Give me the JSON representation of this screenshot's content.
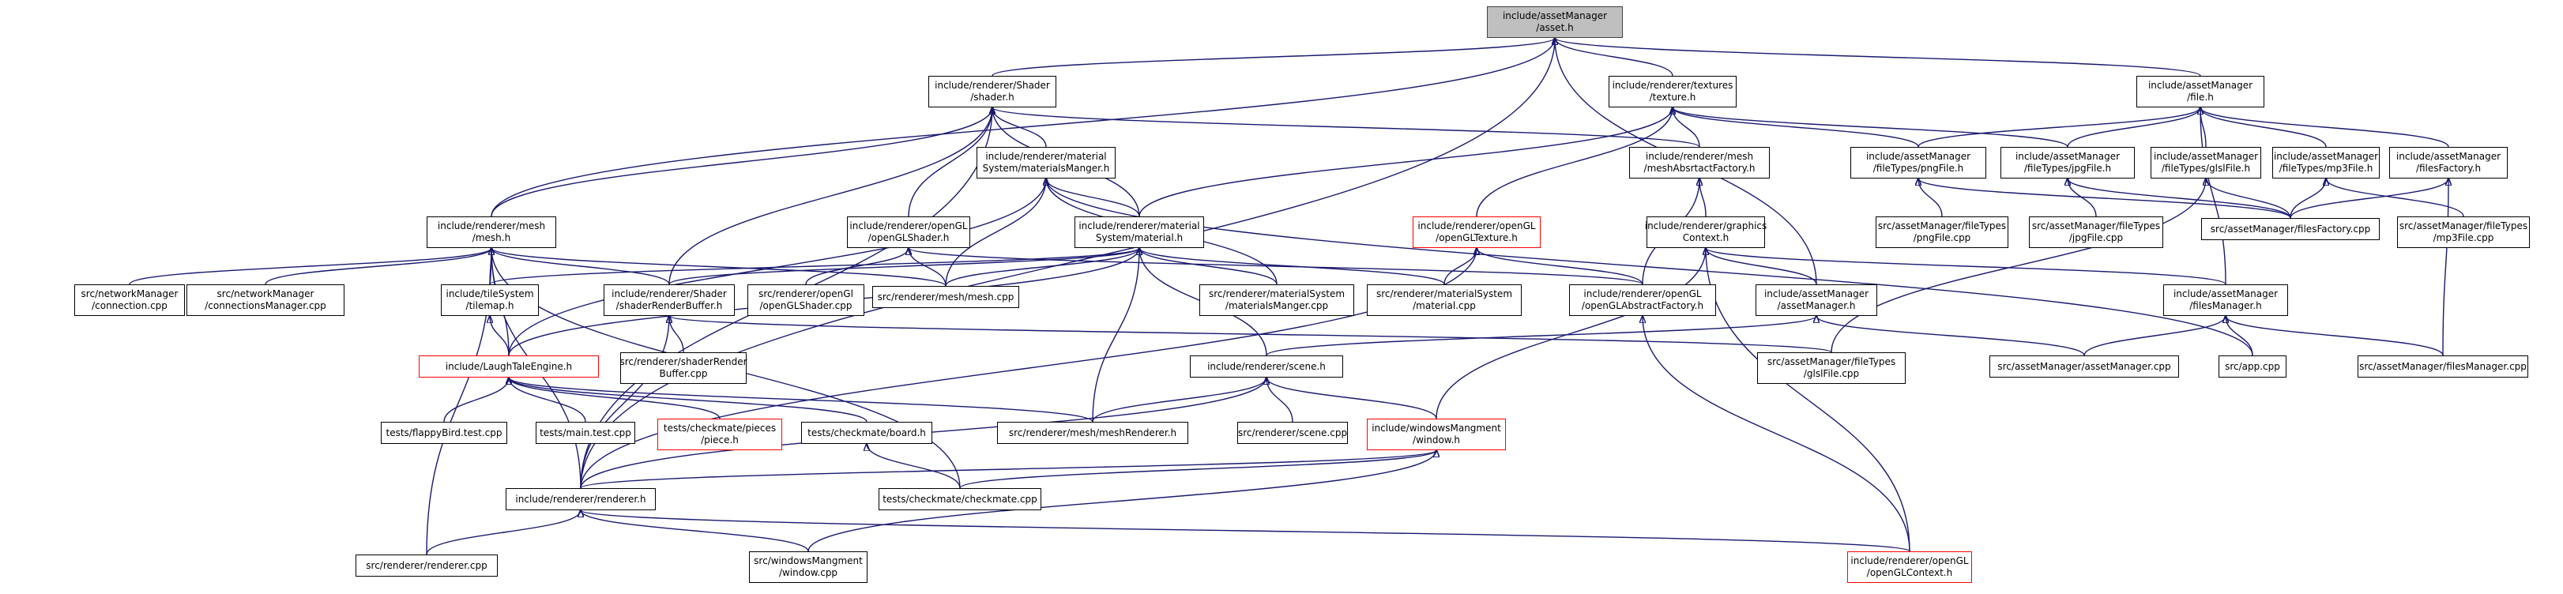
{
  "nodes": [
    {
      "id": "n0",
      "lines": [
        "include/assetManager",
        "/asset.h"
      ],
      "root": true
    },
    {
      "id": "n1",
      "lines": [
        "include/renderer/Shader",
        "/shader.h"
      ]
    },
    {
      "id": "n2",
      "lines": [
        "include/renderer/textures",
        "/texture.h"
      ]
    },
    {
      "id": "n3",
      "lines": [
        "include/assetManager",
        "/file.h"
      ]
    },
    {
      "id": "n4",
      "lines": [
        "include/renderer/material",
        "System/materialsManger.h"
      ]
    },
    {
      "id": "n5",
      "lines": [
        "include/renderer/mesh",
        "/meshAbsrtactFactory.h"
      ]
    },
    {
      "id": "n6",
      "lines": [
        "include/assetManager",
        "/fileTypes/pngFile.h"
      ]
    },
    {
      "id": "n7",
      "lines": [
        "include/assetManager",
        "/fileTypes/jpgFile.h"
      ]
    },
    {
      "id": "n8",
      "lines": [
        "include/assetManager",
        "/fileTypes/glslFile.h"
      ]
    },
    {
      "id": "n9",
      "lines": [
        "include/assetManager",
        "/fileTypes/mp3File.h"
      ]
    },
    {
      "id": "n10",
      "lines": [
        "include/assetManager",
        "/filesFactory.h"
      ]
    },
    {
      "id": "n11",
      "lines": [
        "include/renderer/mesh",
        "/mesh.h"
      ]
    },
    {
      "id": "n12",
      "lines": [
        "include/renderer/openGL",
        "/openGLShader.h"
      ]
    },
    {
      "id": "n13",
      "lines": [
        "include/renderer/material",
        "System/material.h"
      ]
    },
    {
      "id": "n14",
      "lines": [
        "include/renderer/openGL",
        "/openGLTexture.h"
      ],
      "red": true
    },
    {
      "id": "n15",
      "lines": [
        "include/renderer/graphics",
        "Context.h"
      ]
    },
    {
      "id": "n16",
      "lines": [
        "src/assetManager/fileTypes",
        "/pngFile.cpp"
      ]
    },
    {
      "id": "n17",
      "lines": [
        "src/assetManager/fileTypes",
        "/jpgFile.cpp"
      ]
    },
    {
      "id": "n18",
      "lines": [
        "src/assetManager/filesFactory.cpp"
      ]
    },
    {
      "id": "n19",
      "lines": [
        "src/assetManager/fileTypes",
        "/mp3File.cpp"
      ]
    },
    {
      "id": "n20",
      "lines": [
        "src/networkManager",
        "/connection.cpp"
      ]
    },
    {
      "id": "n21",
      "lines": [
        "src/networkManager",
        "/connectionsManager.cpp"
      ]
    },
    {
      "id": "n22",
      "lines": [
        "include/tileSystem",
        "/tilemap.h"
      ]
    },
    {
      "id": "n23",
      "lines": [
        "include/renderer/Shader",
        "/shaderRenderBuffer.h"
      ]
    },
    {
      "id": "n24",
      "lines": [
        "src/renderer/openGl",
        "/openGLShader.cpp"
      ]
    },
    {
      "id": "n25",
      "lines": [
        "src/renderer/mesh/mesh.cpp"
      ]
    },
    {
      "id": "n26",
      "lines": [
        "src/renderer/materialSystem",
        "/materialsManger.cpp"
      ]
    },
    {
      "id": "n27",
      "lines": [
        "src/renderer/materialSystem",
        "/material.cpp"
      ]
    },
    {
      "id": "n28",
      "lines": [
        "include/renderer/openGL",
        "/openGLAbstractFactory.h"
      ]
    },
    {
      "id": "n29",
      "lines": [
        "include/assetManager",
        "/assetManager.h"
      ]
    },
    {
      "id": "n30",
      "lines": [
        "include/assetManager",
        "/filesManager.h"
      ]
    },
    {
      "id": "n31",
      "lines": [
        "include/LaughTaleEngine.h"
      ],
      "red": true
    },
    {
      "id": "n32",
      "lines": [
        "src/renderer/shaderRender",
        "Buffer.cpp"
      ]
    },
    {
      "id": "n33",
      "lines": [
        "include/renderer/scene.h"
      ]
    },
    {
      "id": "n34",
      "lines": [
        "src/assetManager/fileTypes",
        "/glslFile.cpp"
      ]
    },
    {
      "id": "n35",
      "lines": [
        "src/assetManager/assetManager.cpp"
      ]
    },
    {
      "id": "n36",
      "lines": [
        "src/app.cpp"
      ]
    },
    {
      "id": "n37",
      "lines": [
        "src/assetManager/filesManager.cpp"
      ]
    },
    {
      "id": "n38",
      "lines": [
        "tests/flappyBird.test.cpp"
      ]
    },
    {
      "id": "n39",
      "lines": [
        "tests/main.test.cpp"
      ]
    },
    {
      "id": "n40",
      "lines": [
        "tests/checkmate/pieces",
        "/piece.h"
      ],
      "red": true
    },
    {
      "id": "n41",
      "lines": [
        "tests/checkmate/board.h"
      ]
    },
    {
      "id": "n42",
      "lines": [
        "src/renderer/mesh/meshRenderer.h"
      ]
    },
    {
      "id": "n43",
      "lines": [
        "src/renderer/scene.cpp"
      ]
    },
    {
      "id": "n44",
      "lines": [
        "include/windowsMangment",
        "/window.h"
      ],
      "red": true
    },
    {
      "id": "n45",
      "lines": [
        "tests/checkmate/checkmate.cpp"
      ]
    },
    {
      "id": "n46",
      "lines": [
        "include/renderer/renderer.h"
      ]
    },
    {
      "id": "n47",
      "lines": [
        "src/renderer/renderer.cpp"
      ]
    },
    {
      "id": "n48",
      "lines": [
        "src/windowsMangment",
        "/window.cpp"
      ]
    },
    {
      "id": "n49",
      "lines": [
        "include/renderer/openGL",
        "/openGLContext.h"
      ],
      "red": true
    }
  ],
  "edges": [
    [
      "n0",
      "n1"
    ],
    [
      "n0",
      "n2"
    ],
    [
      "n0",
      "n3"
    ],
    [
      "n0",
      "n11"
    ],
    [
      "n0",
      "n29"
    ],
    [
      "n0",
      "n46"
    ],
    [
      "n1",
      "n4"
    ],
    [
      "n1",
      "n5"
    ],
    [
      "n1",
      "n11"
    ],
    [
      "n1",
      "n12"
    ],
    [
      "n1",
      "n13"
    ],
    [
      "n1",
      "n23"
    ],
    [
      "n1",
      "n46"
    ],
    [
      "n2",
      "n5"
    ],
    [
      "n2",
      "n6"
    ],
    [
      "n2",
      "n7"
    ],
    [
      "n2",
      "n13"
    ],
    [
      "n2",
      "n14"
    ],
    [
      "n3",
      "n6"
    ],
    [
      "n3",
      "n7"
    ],
    [
      "n3",
      "n8"
    ],
    [
      "n3",
      "n9"
    ],
    [
      "n3",
      "n10"
    ],
    [
      "n3",
      "n30"
    ],
    [
      "n4",
      "n13"
    ],
    [
      "n4",
      "n25"
    ],
    [
      "n4",
      "n26"
    ],
    [
      "n4",
      "n31"
    ],
    [
      "n4",
      "n36"
    ],
    [
      "n5",
      "n15"
    ],
    [
      "n5",
      "n28"
    ],
    [
      "n6",
      "n16"
    ],
    [
      "n6",
      "n18"
    ],
    [
      "n7",
      "n17"
    ],
    [
      "n7",
      "n18"
    ],
    [
      "n8",
      "n18"
    ],
    [
      "n8",
      "n34"
    ],
    [
      "n9",
      "n18"
    ],
    [
      "n9",
      "n19"
    ],
    [
      "n10",
      "n18"
    ],
    [
      "n10",
      "n37"
    ],
    [
      "n11",
      "n20"
    ],
    [
      "n11",
      "n21"
    ],
    [
      "n11",
      "n22"
    ],
    [
      "n11",
      "n23"
    ],
    [
      "n11",
      "n25"
    ],
    [
      "n11",
      "n31"
    ],
    [
      "n11",
      "n45"
    ],
    [
      "n11",
      "n46"
    ],
    [
      "n11",
      "n47"
    ],
    [
      "n12",
      "n24"
    ],
    [
      "n12",
      "n25"
    ],
    [
      "n12",
      "n28"
    ],
    [
      "n13",
      "n22"
    ],
    [
      "n13",
      "n23"
    ],
    [
      "n13",
      "n25"
    ],
    [
      "n13",
      "n26"
    ],
    [
      "n13",
      "n27"
    ],
    [
      "n13",
      "n31"
    ],
    [
      "n13",
      "n33"
    ],
    [
      "n13",
      "n42"
    ],
    [
      "n14",
      "n27"
    ],
    [
      "n14",
      "n28"
    ],
    [
      "n14",
      "n46"
    ],
    [
      "n15",
      "n29"
    ],
    [
      "n15",
      "n30"
    ],
    [
      "n15",
      "n44"
    ],
    [
      "n15",
      "n49"
    ],
    [
      "n22",
      "n31"
    ],
    [
      "n23",
      "n32"
    ],
    [
      "n23",
      "n34"
    ],
    [
      "n23",
      "n46"
    ],
    [
      "n28",
      "n49"
    ],
    [
      "n29",
      "n33"
    ],
    [
      "n29",
      "n35"
    ],
    [
      "n30",
      "n35"
    ],
    [
      "n30",
      "n36"
    ],
    [
      "n30",
      "n37"
    ],
    [
      "n31",
      "n38"
    ],
    [
      "n31",
      "n39"
    ],
    [
      "n31",
      "n40"
    ],
    [
      "n31",
      "n41"
    ],
    [
      "n31",
      "n42"
    ],
    [
      "n33",
      "n42"
    ],
    [
      "n33",
      "n43"
    ],
    [
      "n33",
      "n44"
    ],
    [
      "n33",
      "n46"
    ],
    [
      "n41",
      "n45"
    ],
    [
      "n44",
      "n45"
    ],
    [
      "n44",
      "n46"
    ],
    [
      "n44",
      "n48"
    ],
    [
      "n46",
      "n47"
    ],
    [
      "n46",
      "n48"
    ],
    [
      "n46",
      "n49"
    ]
  ],
  "colors": {
    "edge": "#191970",
    "root_fill": "#bfbfbf",
    "link_border": "#000000",
    "red_border": "#ff0000"
  }
}
